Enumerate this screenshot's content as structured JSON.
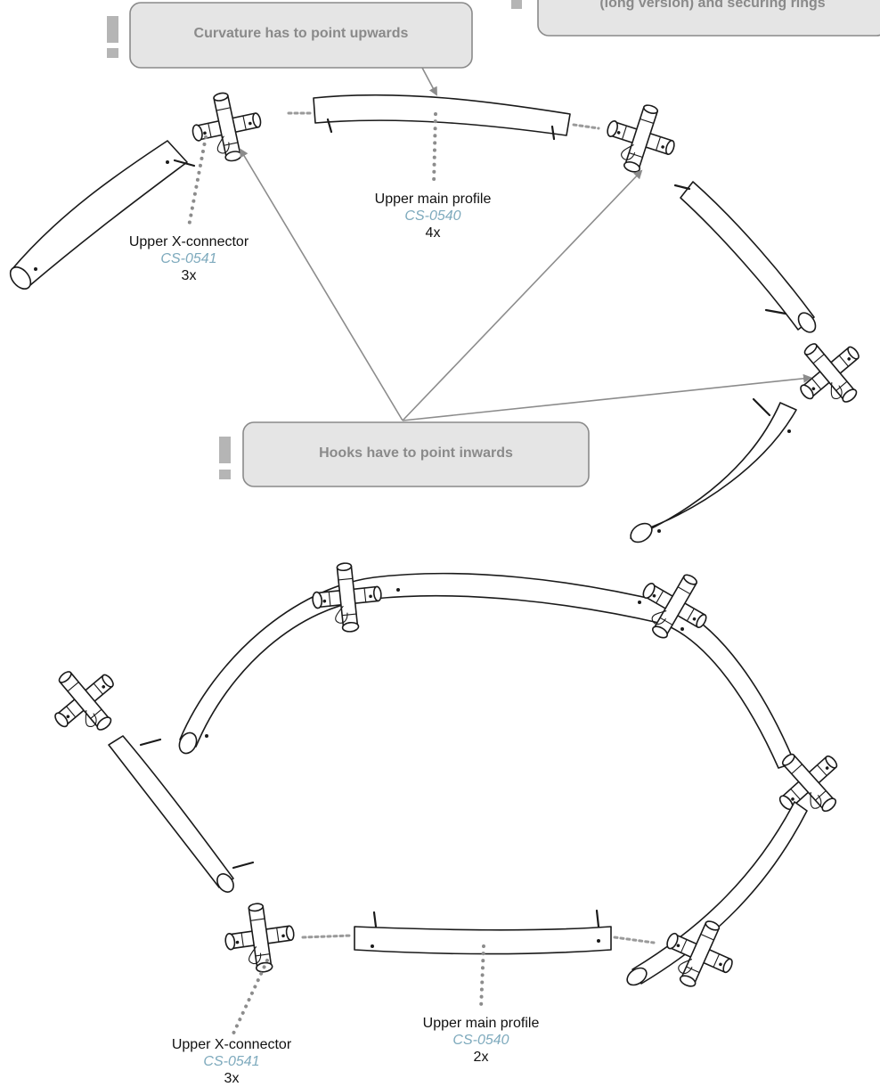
{
  "callouts": {
    "top_right": "(long version) and securing rings",
    "curvature": "Curvature has to point upwards",
    "hooks": "Hooks have to point inwards"
  },
  "top_labels": {
    "xconnector": {
      "name": "Upper X-connector",
      "code": "CS-0541",
      "qty": "3x"
    },
    "main_profile": {
      "name": "Upper main profile",
      "code": "CS-0540",
      "qty": "4x"
    }
  },
  "bottom_labels": {
    "xconnector": {
      "name": "Upper X-connector",
      "code": "CS-0541",
      "qty": "3x"
    },
    "main_profile": {
      "name": "Upper main profile",
      "code": "CS-0540",
      "qty": "2x"
    }
  },
  "colors": {
    "code": "#7eaabd",
    "callout_fill": "#e5e5e5",
    "callout_text": "#8a8a8a"
  }
}
